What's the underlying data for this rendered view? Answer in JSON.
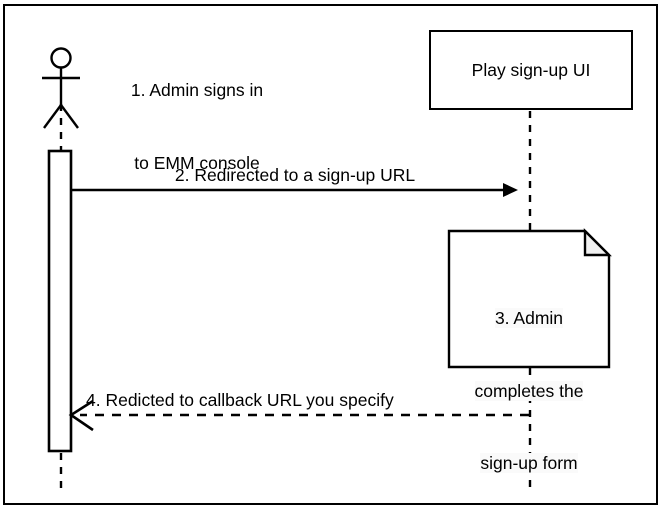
{
  "diagram": {
    "type": "uml-sequence-diagram",
    "frame": {
      "stroke": "#000000",
      "fill": "#ffffff"
    },
    "actor": {
      "name": "admin-actor",
      "icon": "stick-figure-actor-icon",
      "step_label": "1. Admin signs in\nto EMM console",
      "step_label_line_1": "1. Admin signs in",
      "step_label_line_2": "to EMM console"
    },
    "participants": [
      {
        "name": "play-sign-up-ui",
        "label": "Play sign-up UI",
        "shape": "rectangle",
        "fill": "#ffffff",
        "stroke": "#000000"
      }
    ],
    "messages": [
      {
        "number": "2",
        "label": "2. Redirected to a sign-up URL",
        "line_style": "solid",
        "arrowhead": "filled",
        "direction": "left-to-right",
        "from": "admin-actor",
        "to": "play-sign-up-ui"
      },
      {
        "number": "4",
        "label": "4. Redicted to callback URL you specify",
        "line_style": "dashed",
        "arrowhead": "open",
        "direction": "right-to-left",
        "from": "play-sign-up-ui",
        "to": "admin-actor"
      }
    ],
    "notes": [
      {
        "name": "admin-completes-form-note",
        "shape": "folded-corner-note",
        "fill": "#ffffff",
        "fold_fill": "#f0f0f0",
        "text": "3. Admin\ncompletes the\nsign-up form",
        "line_1": "3. Admin",
        "line_2": "completes the",
        "line_3": "sign-up form"
      }
    ],
    "colors": {
      "stroke": "#000000",
      "background": "#ffffff",
      "note_text_highlight": "#fafafa",
      "fold_shade": "#f0f0f0"
    }
  }
}
